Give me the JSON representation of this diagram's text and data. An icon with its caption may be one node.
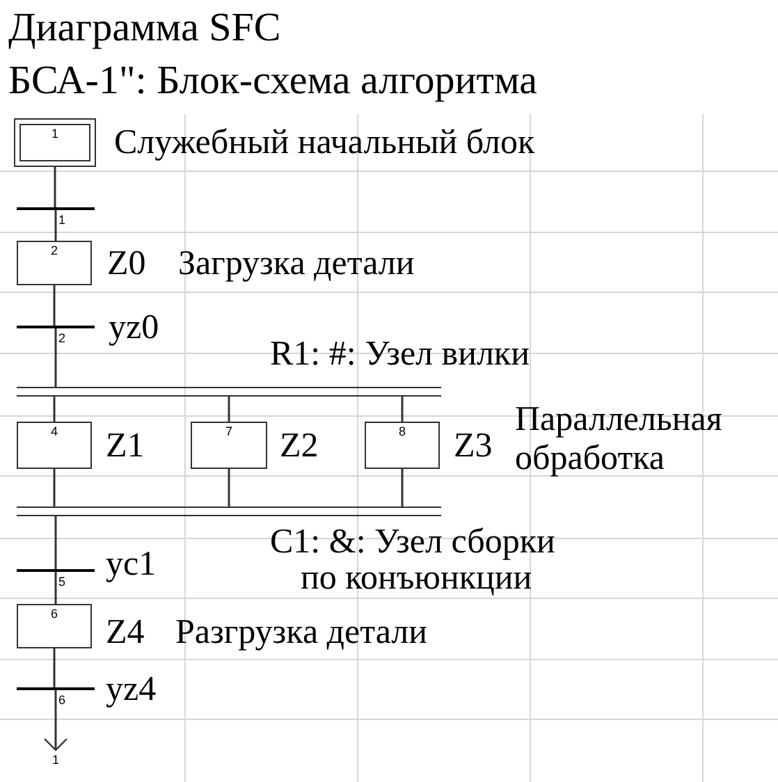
{
  "diagram": {
    "title": "Диаграмма SFC",
    "nodes": [
      {
        "text": [
          "1"
        ],
        "beside": [
          "Служебный начальный блок"
        ]
      },
      {
        "text": [
          "1"
        ]
      },
      {
        "text": [
          "2"
        ],
        "beside": [
          "Z0",
          "Загрузка детали"
        ]
      },
      {
        "text": [
          "2"
        ],
        "beside": [
          "yz0"
        ]
      },
      {
        "text": [],
        "shape": "bar",
        "beside": [
          "R1: #: Узел вилки"
        ]
      },
      {
        "text": [
          "4"
        ],
        "beside": [
          "Z1"
        ]
      },
      {
        "text": [
          "7"
        ],
        "beside": [
          "Z2"
        ]
      },
      {
        "text": [
          "8"
        ],
        "beside": [
          "Z3"
        ]
      },
      {
        "text": [],
        "shape": "bar",
        "beside": [
          "C1: &: Узел сборки по конъюнкции"
        ]
      },
      {
        "text": [
          "5"
        ],
        "beside": [
          "yc1"
        ]
      },
      {
        "text": [
          "6"
        ],
        "beside": [
          "Z4",
          "Разгрузка детали"
        ]
      },
      {
        "text": [
          "6"
        ],
        "beside": [
          "yz4"
        ]
      },
      {
        "text": [
          "1"
        ]
      }
    ],
    "edges": [
      {
        "from": 0,
        "to": 1,
        "arrow": "none"
      },
      {
        "from": 1,
        "to": 2,
        "arrow": "none"
      },
      {
        "from": 2,
        "to": 3,
        "arrow": "none"
      },
      {
        "from": 3,
        "to": 4,
        "arrow": "none"
      },
      {
        "from": 4,
        "to": 5,
        "arrow": "none"
      },
      {
        "from": 4,
        "to": 6,
        "arrow": "none"
      },
      {
        "from": 4,
        "to": 7,
        "arrow": "none"
      },
      {
        "from": 5,
        "to": 8,
        "arrow": "none"
      },
      {
        "from": 6,
        "to": 8,
        "arrow": "none"
      },
      {
        "from": 7,
        "to": 8,
        "arrow": "none"
      },
      {
        "from": 8,
        "to": 9,
        "arrow": "none"
      },
      {
        "from": 9,
        "to": 10,
        "arrow": "none"
      },
      {
        "from": 10,
        "to": 11,
        "arrow": "none"
      },
      {
        "from": 11,
        "to": 12,
        "arrow": "to"
      }
    ],
    "labels": [
      "БСА-1\": Блок-схема алгоритма",
      "Параллельная обработка"
    ]
  }
}
